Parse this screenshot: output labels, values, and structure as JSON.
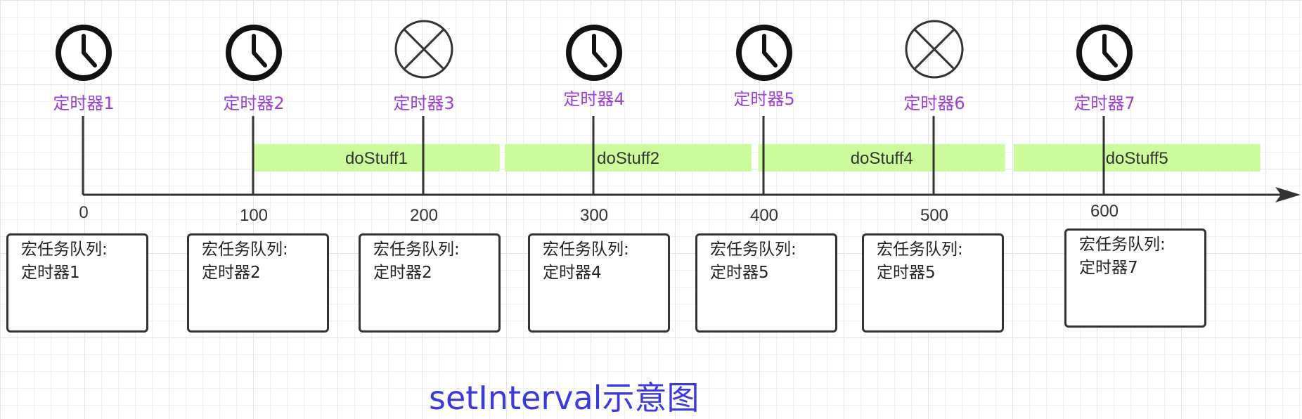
{
  "title": "setInterval示意图",
  "colors": {
    "timer_label": "#9b3fd6",
    "task_fill": "#ccfb9c",
    "axis": "#333333",
    "title": "#3b3bdc"
  },
  "timers": [
    {
      "label": "定时器1",
      "at": 0,
      "state": "executed",
      "icon": "clock-icon"
    },
    {
      "label": "定时器2",
      "at": 100,
      "state": "executed",
      "icon": "clock-icon"
    },
    {
      "label": "定时器3",
      "at": 200,
      "state": "skipped",
      "icon": "cross-circle-icon"
    },
    {
      "label": "定时器4",
      "at": 300,
      "state": "executed",
      "icon": "clock-icon"
    },
    {
      "label": "定时器5",
      "at": 400,
      "state": "executed",
      "icon": "clock-icon"
    },
    {
      "label": "定时器6",
      "at": 500,
      "state": "skipped",
      "icon": "cross-circle-icon"
    },
    {
      "label": "定时器7",
      "at": 600,
      "state": "executed",
      "icon": "clock-icon"
    }
  ],
  "ticks": [
    "0",
    "100",
    "200",
    "300",
    "400",
    "500",
    "600"
  ],
  "tasks": [
    {
      "label": "doStuff1",
      "start": 100,
      "end": 245
    },
    {
      "label": "doStuff2",
      "start": 248,
      "end": 393
    },
    {
      "label": "doStuff4",
      "start": 397,
      "end": 542
    },
    {
      "label": "doStuff5",
      "start": 547,
      "end": 692
    }
  ],
  "queues": [
    {
      "heading": "宏任务队列:",
      "item": "定时器1"
    },
    {
      "heading": "宏任务队列:",
      "item": "定时器2"
    },
    {
      "heading": "宏任务队列:",
      "item": "定时器2"
    },
    {
      "heading": "宏任务队列:",
      "item": "定时器4"
    },
    {
      "heading": "宏任务队列:",
      "item": "定时器5"
    },
    {
      "heading": "宏任务队列:",
      "item": "定时器5"
    },
    {
      "heading": "宏任务队列:",
      "item": "定时器7"
    }
  ]
}
